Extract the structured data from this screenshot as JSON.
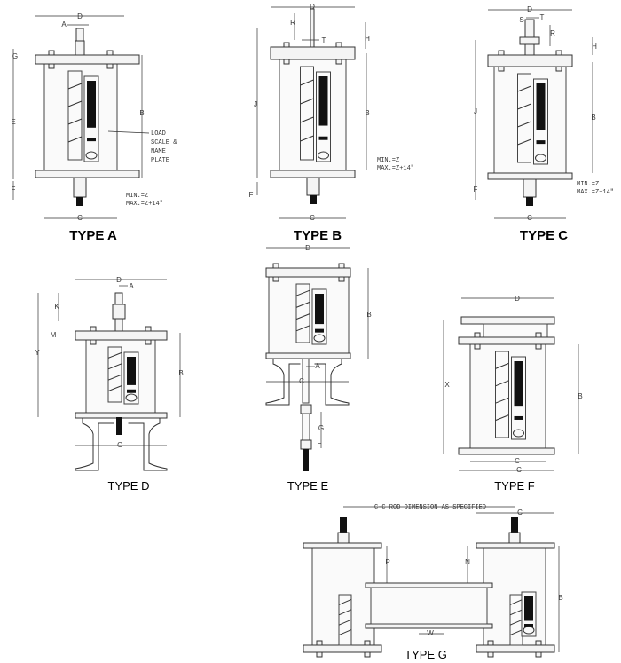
{
  "types": {
    "a": {
      "title": "TYPE A",
      "dims": [
        "D",
        "A",
        "G",
        "E",
        "B",
        "F",
        "C"
      ],
      "note_label": [
        "LOAD",
        "SCALE &",
        "NAME",
        "PLATE"
      ],
      "min": "MIN.=Z",
      "max": "MAX.=Z+14\""
    },
    "b": {
      "title": "TYPE B",
      "dims": [
        "D",
        "R",
        "T",
        "H",
        "J",
        "B",
        "F",
        "C"
      ],
      "min": "MIN.=Z",
      "max": "MAX.=Z+14\""
    },
    "c": {
      "title": "TYPE C",
      "dims": [
        "D",
        "S",
        "T",
        "R",
        "H",
        "J",
        "B",
        "F",
        "C"
      ],
      "min": "MIN.=Z",
      "max": "MAX.=Z+14\""
    },
    "d": {
      "title": "TYPE D",
      "dims": [
        "D",
        "A",
        "K",
        "M",
        "Y",
        "B",
        "C"
      ]
    },
    "e": {
      "title": "TYPE E",
      "dims": [
        "D",
        "B",
        "A",
        "C",
        "G",
        "F"
      ]
    },
    "f": {
      "title": "TYPE F",
      "dims": [
        "D",
        "X",
        "B",
        "C",
        "C"
      ]
    },
    "g": {
      "title": "TYPE G",
      "dims": [
        "C",
        "P",
        "N",
        "B",
        "W"
      ],
      "rod_note": "C-C ROD DIMENSION AS SPECIFIED"
    }
  }
}
